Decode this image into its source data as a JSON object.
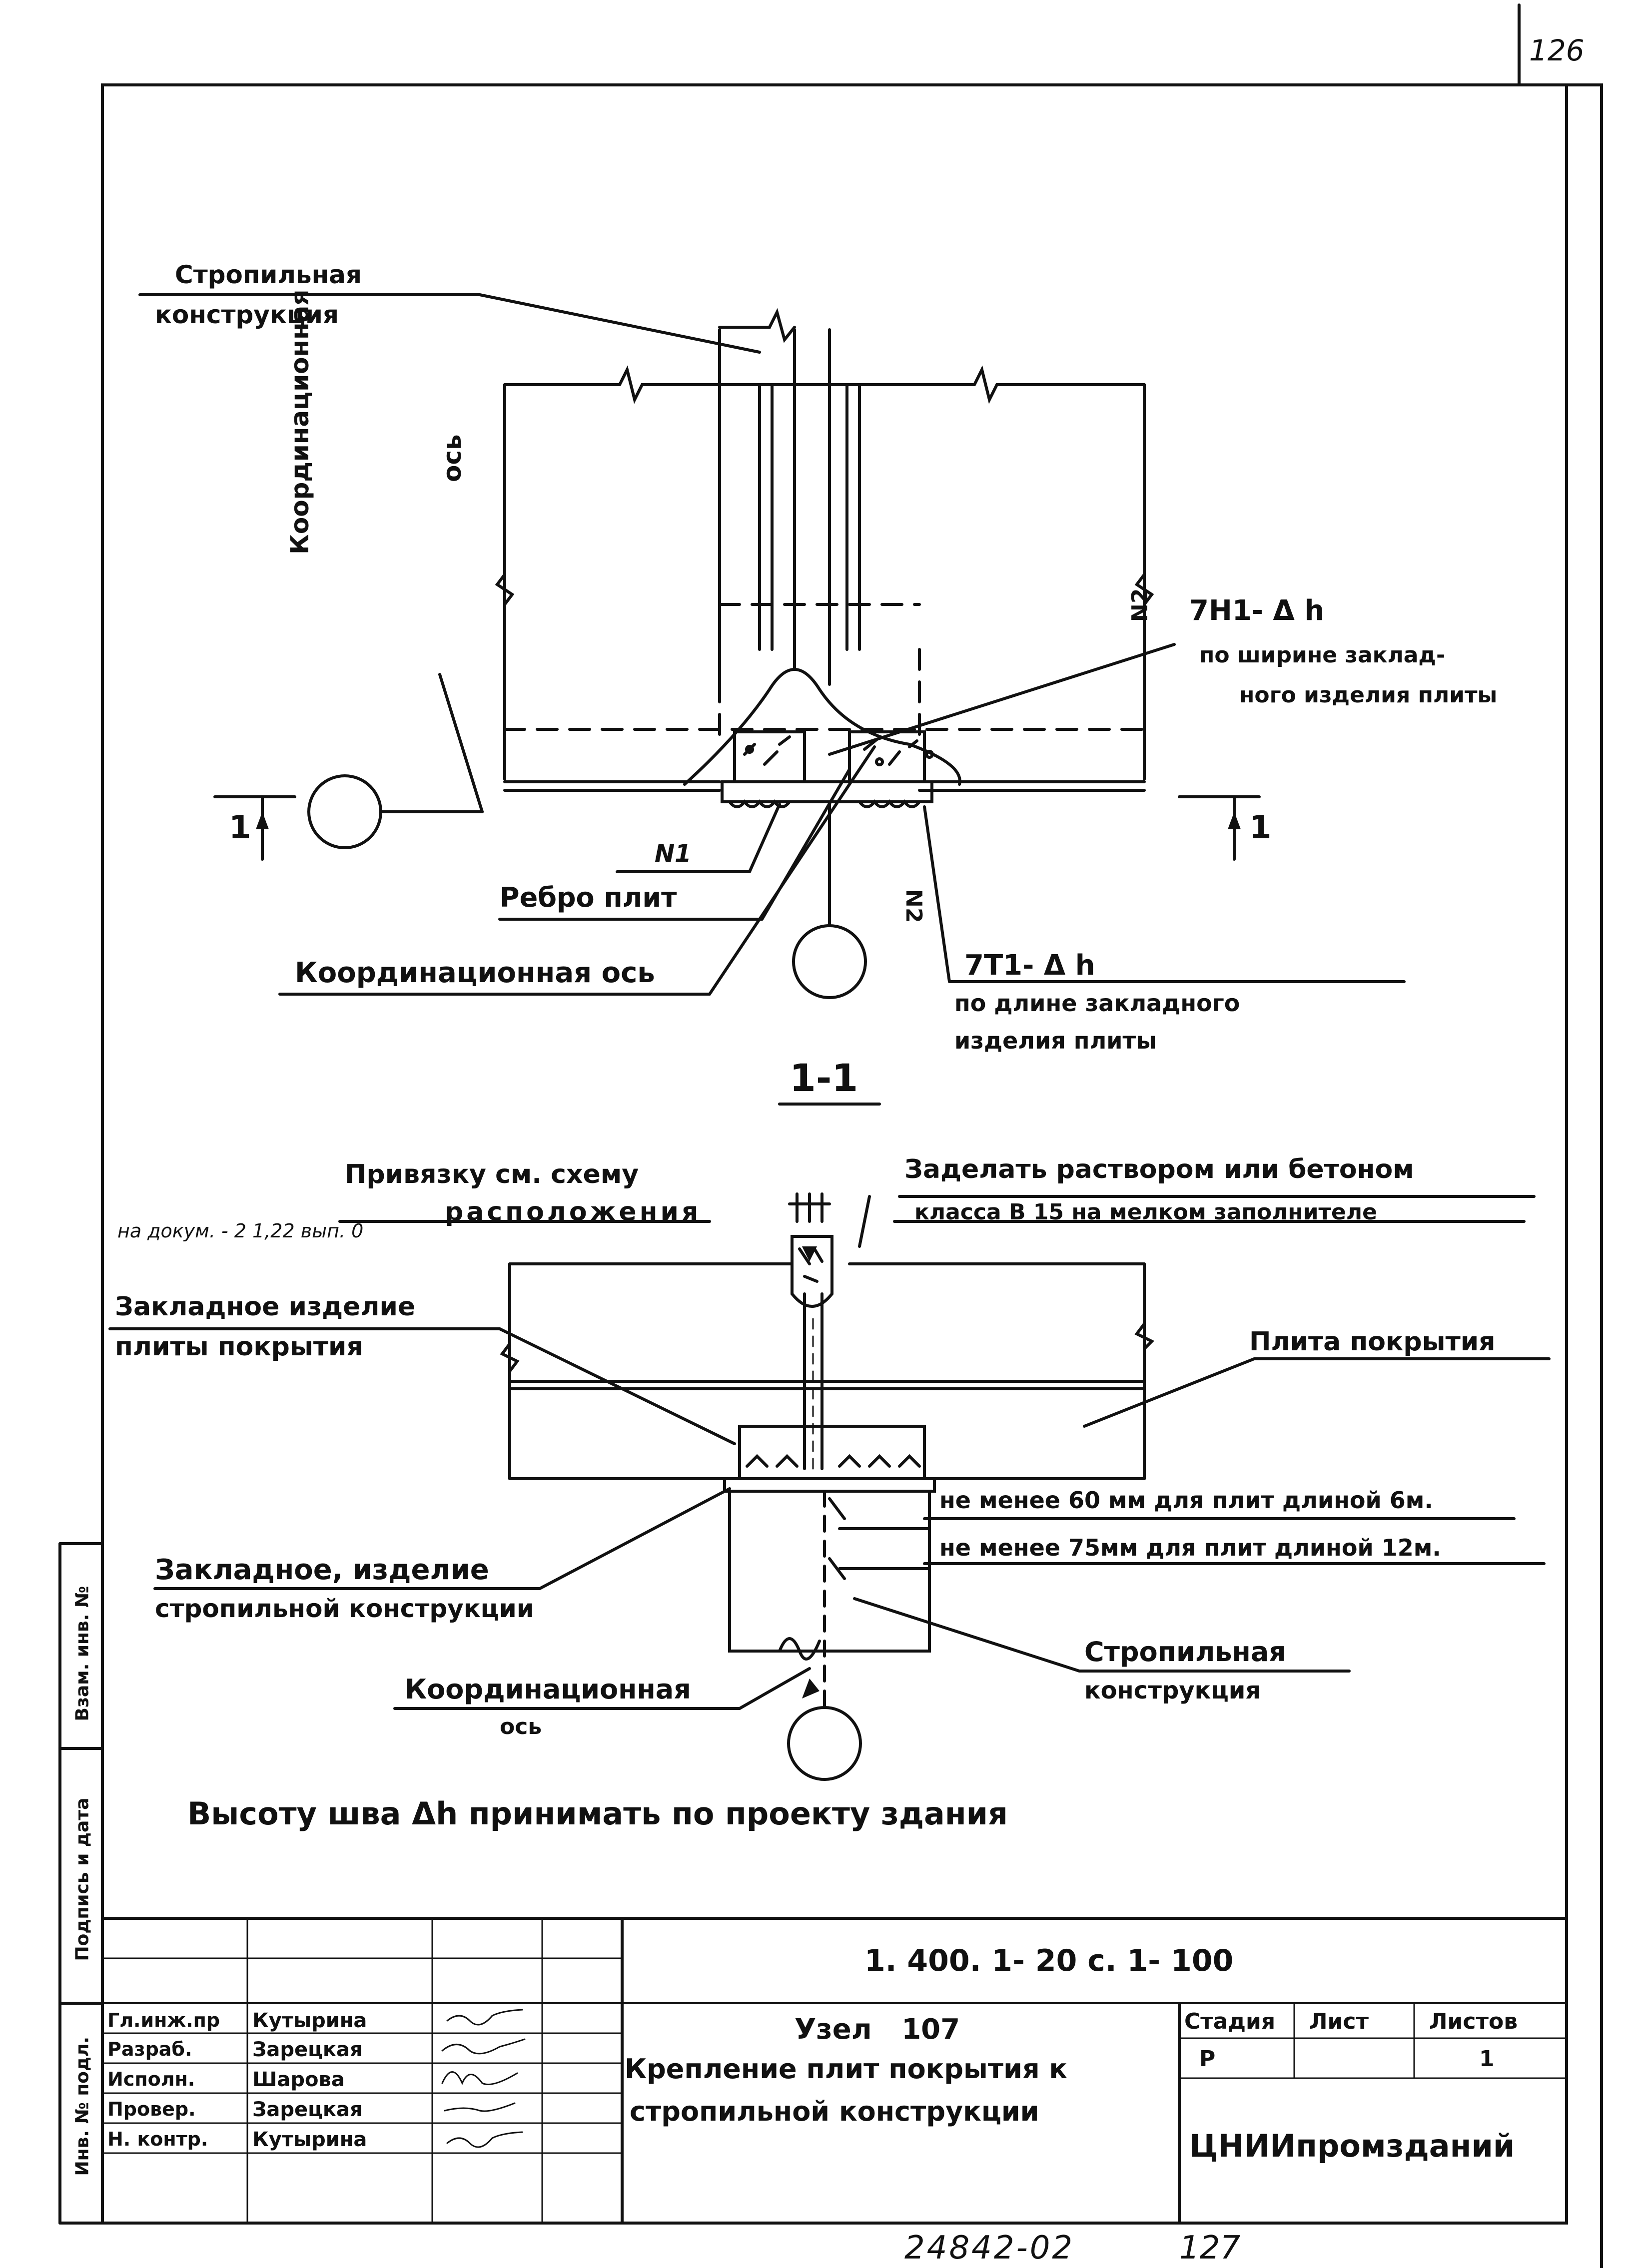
{
  "sheet_number": "126",
  "upper_section": {
    "rafter_label_line1": "Стропильная",
    "rafter_label_line2": "конструкция",
    "axis_vertical_line1": "Координационная",
    "axis_vertical_line2": "ось",
    "n2_top": "N2",
    "weld_top_line1": "7H1- Δ h",
    "weld_top_line2": "по ширине заклад-",
    "weld_top_line3": "ного изделия плиты",
    "cut_left": "1",
    "cut_right": "1",
    "n1": "N1",
    "slab_rib": "Ребро плит",
    "axis_bottom": "Координационная ось",
    "n2_rot": "N2",
    "weld_bottom_line1": "7T1- Δ h",
    "weld_bottom_line2": "по длине закладного",
    "weld_bottom_line3": "изделия плиты"
  },
  "section_title": "1-1",
  "lower_section": {
    "binding_line1": "Привязку см. схему",
    "binding_line2": "расположения",
    "doc_ref": "на докум. - 2 1,22 вып. 0",
    "grout_line1": "Заделать раствором или бетоном",
    "grout_line2": "класса В 15 на мелком заполнителе",
    "embed_slab_line1": "Закладное изделие",
    "embed_slab_line2": "плиты покрытия",
    "roof_slab": "Плита покрытия",
    "min60": "не менее 60 мм для плит длиной 6м.",
    "min75": "не менее 75мм для плит длиной 12м.",
    "embed_rafter_line1": "Закладное, изделие",
    "embed_rafter_line2": "стропильной конструкции",
    "rafter_line1": "Стропильная",
    "rafter_line2": "конструкция",
    "axis_line1": "Координационная",
    "axis_line2": "ось"
  },
  "note": "Высоту шва Δh принимать по проекту здания",
  "side_stamp": {
    "inv_orig": "Инв. № подл.",
    "signature_date": "Подпись и дата",
    "inv_replaced": "Взам. инв. №"
  },
  "title_block": {
    "designation": "1. 400. 1- 20 с. 1- 100",
    "node": "Узел 107",
    "description_line1": "Крепление плит покрытия к",
    "description_line2": "стропильной конструкции",
    "stage_header": "Стадия",
    "sheet_header": "Лист",
    "sheets_header": "Листов",
    "stage": "Р",
    "sheet": "",
    "sheets": "1",
    "organization": "ЦНИИпромзданий",
    "roles": [
      {
        "role": "Гл.инж.пр",
        "name": "Кутырина"
      },
      {
        "role": "Разраб.",
        "name": "Зарецкая"
      },
      {
        "role": "Исполн.",
        "name": "Шарова"
      },
      {
        "role": "Провер.",
        "name": "Зарецкая"
      },
      {
        "role": "Н. контр.",
        "name": "Кутырина"
      }
    ]
  },
  "footer_code": "24842-02",
  "footer_page": "127"
}
